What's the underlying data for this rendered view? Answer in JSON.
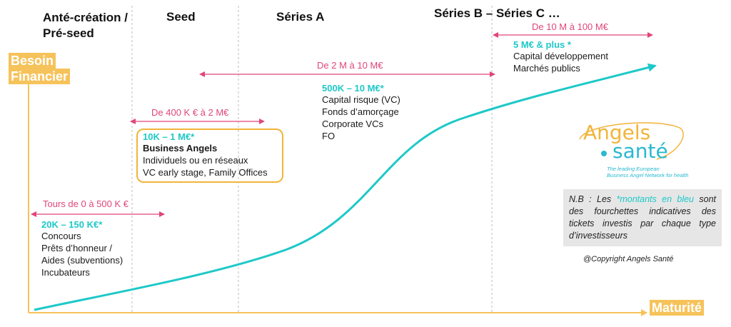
{
  "axes": {
    "y_label_1": "Besoin",
    "y_label_2": "Financier",
    "x_label": "Maturité"
  },
  "stages": {
    "pre_seed_1": "Anté-création /",
    "pre_seed_2": "Pré-seed",
    "seed": "Seed",
    "series_a": "Séries A",
    "series_bc": "Séries B – Séries C …"
  },
  "ranges": {
    "pre_seed": "Tours de 0 à 500 K €",
    "seed": "De 400 K € à 2 M€",
    "series_a": "De 2 M à 10 M€",
    "series_bc": "De 10 M à 100 M€"
  },
  "pre_seed": {
    "amount": "20K – 150 K€*",
    "lines": [
      "Concours",
      "Prêts d’honneur /",
      "Aides (subventions)",
      "Incubateurs"
    ]
  },
  "seed": {
    "amount": "10K – 1 M€*",
    "title": "Business Angels",
    "lines": [
      "Individuels ou en réseaux",
      "VC early stage, Family Offices"
    ]
  },
  "series_a": {
    "amount": "500K – 10 M€*",
    "lines": [
      "Capital risque (VC)",
      "Fonds d’amorçage",
      "Corporate VCs",
      "FO"
    ]
  },
  "series_bc": {
    "amount": "5 M€ & plus *",
    "lines": [
      "Capital développement",
      "Marchés publics"
    ]
  },
  "logo": {
    "word1": "Angels",
    "word2": "santé",
    "tagline_1": "The leading European",
    "tagline_2": "Business Angel Network for health"
  },
  "note": {
    "prefix": "N.B : Les ",
    "highlight": "*montants en bleu",
    "suffix": " sont des fourchettes indicatives des tickets investis par chaque type d’investisseurs"
  },
  "copyright": "@Copyright Angels Santé",
  "colors": {
    "curve": "#1ec8c8",
    "axis": "#f6c25a",
    "range": "#e0457b",
    "amount": "#1ec8c8",
    "box": "#f2b43a"
  }
}
